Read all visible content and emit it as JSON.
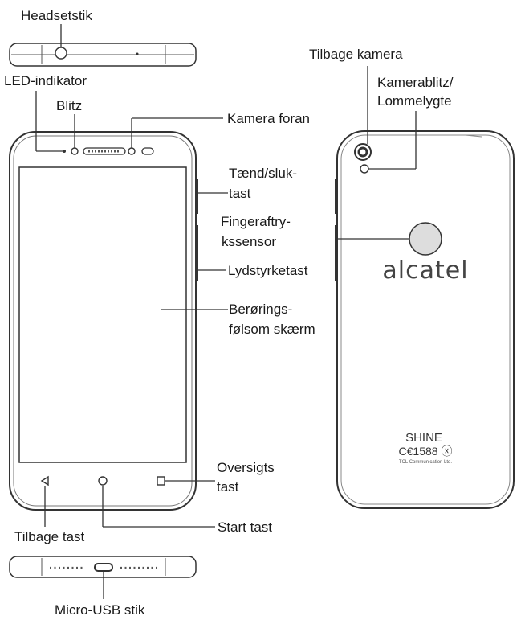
{
  "labels": {
    "headset": "Headsetstik",
    "led": "LED-indikator",
    "flash": "Blitz",
    "front_camera": "Kamera foran",
    "power_1": "Tænd/sluk-",
    "power_2": "tast",
    "fingerprint_1": "Fingeraftry-",
    "fingerprint_2": "kssensor",
    "volume": "Lydstyrketast",
    "touch_1": "Berørings-",
    "touch_2": "følsom skærm",
    "overview_1": "Oversigts",
    "overview_2": "tast",
    "back_key": "Tilbage tast",
    "home_key": "Start tast",
    "usb": "Micro-USB stik",
    "rear_camera": "Tilbage kamera",
    "flash_torch_1": "Kamerablitz/",
    "flash_torch_2": "Lommelygte"
  },
  "phone_back": {
    "brand": "alcatel",
    "model": "SHINE",
    "cert": "C€1588 ⓧ",
    "maker": "TCL Communication Ltd."
  }
}
